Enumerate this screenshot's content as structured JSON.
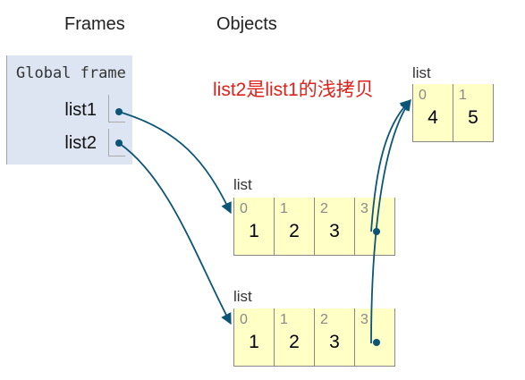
{
  "headers": {
    "frames": "Frames",
    "objects": "Objects"
  },
  "global_frame": {
    "title": "Global frame",
    "variables": [
      {
        "name": "list1"
      },
      {
        "name": "list2"
      }
    ]
  },
  "annotation": "list2是list1的浅拷贝",
  "objects": {
    "inner_list": {
      "label": "list",
      "cells": [
        {
          "index": "0",
          "value": "4"
        },
        {
          "index": "1",
          "value": "5"
        }
      ]
    },
    "list_a": {
      "label": "list",
      "cells": [
        {
          "index": "0",
          "value": "1"
        },
        {
          "index": "1",
          "value": "2"
        },
        {
          "index": "2",
          "value": "3"
        },
        {
          "index": "3",
          "value": ""
        }
      ]
    },
    "list_b": {
      "label": "list",
      "cells": [
        {
          "index": "0",
          "value": "1"
        },
        {
          "index": "1",
          "value": "2"
        },
        {
          "index": "2",
          "value": "3"
        },
        {
          "index": "3",
          "value": ""
        }
      ]
    }
  },
  "colors": {
    "arrow": "#0d5577",
    "annotation": "#e0201a",
    "list_bg": "#ffffc6",
    "frame_bg": "#dde5f2"
  }
}
